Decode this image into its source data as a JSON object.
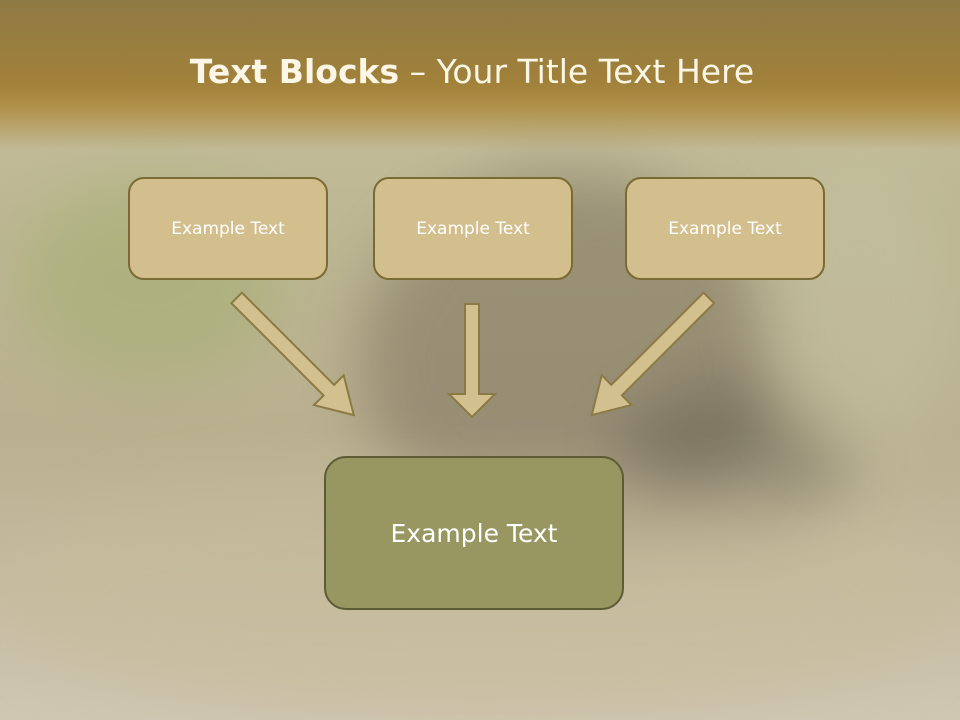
{
  "slide": {
    "title_bold": "Text Blocks",
    "title_separator": " – ",
    "title_rest": "Your Title Text Here",
    "blocks": [
      {
        "label": "Example Text"
      },
      {
        "label": "Example Text"
      },
      {
        "label": "Example Text"
      }
    ],
    "main_block": {
      "label": "Example Text"
    }
  },
  "colors": {
    "header": "#a1813a",
    "small_box_fill": "#d3bf8e",
    "small_box_border": "#7a6a33",
    "main_box_fill": "#989762",
    "arrow_fill": "#d2c18f"
  }
}
